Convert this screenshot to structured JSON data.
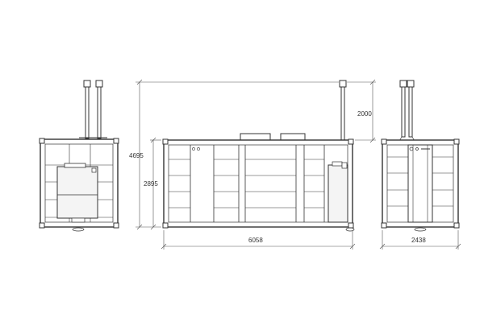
{
  "dimensions": {
    "total_height": "4695",
    "frame_height": "2895",
    "mast_height": "2000",
    "length": "6058",
    "width": "2438"
  },
  "colors": {
    "line": "#333333",
    "dimension": "#555555",
    "panel": "#f4f4f4",
    "background": "#ffffff"
  }
}
